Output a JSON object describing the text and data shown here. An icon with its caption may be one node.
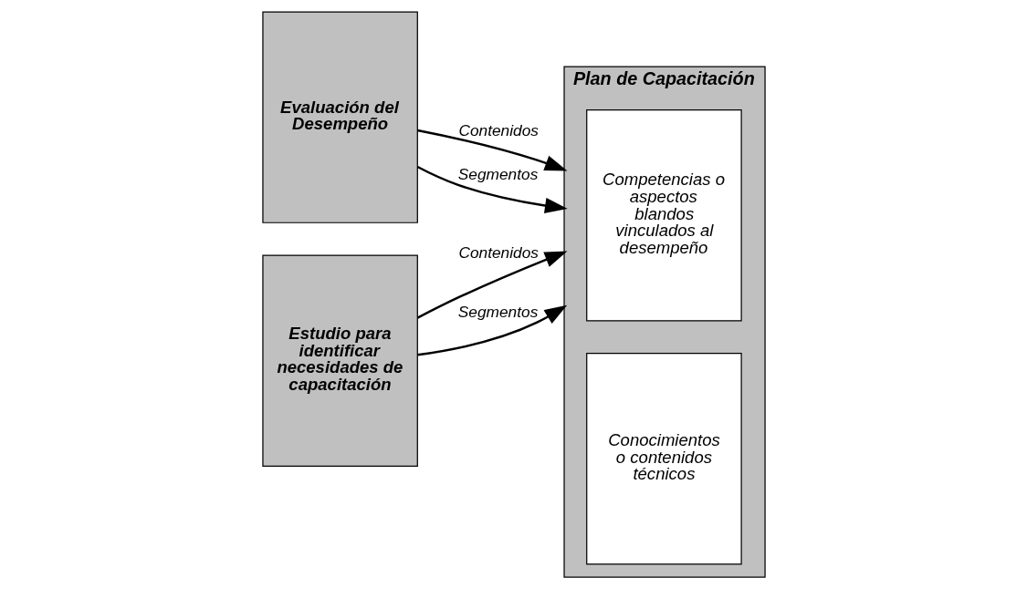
{
  "diagram": {
    "nodes": [
      {
        "text": [
          "Evaluación del Desempeño"
        ]
      },
      {
        "text": [
          "Estudio para identificar necesidades de capacitación"
        ]
      },
      {
        "text": [
          "Plan de Capacitación"
        ]
      },
      {
        "text": [
          "Competencias o aspectos blandos vinculados al desempeño"
        ],
        "in": 2
      },
      {
        "text": [
          "Conocimientos o contenidos técnicos"
        ],
        "in": 2
      }
    ],
    "edges": [
      {
        "from": 0,
        "to": 2,
        "arrow": "to",
        "label": "Contenidos"
      },
      {
        "from": 0,
        "to": 2,
        "arrow": "to",
        "label": "Segmentos"
      },
      {
        "from": 1,
        "to": 2,
        "arrow": "to",
        "label": "Contenidos"
      },
      {
        "from": 1,
        "to": 2,
        "arrow": "to",
        "label": "Segmentos"
      }
    ]
  }
}
